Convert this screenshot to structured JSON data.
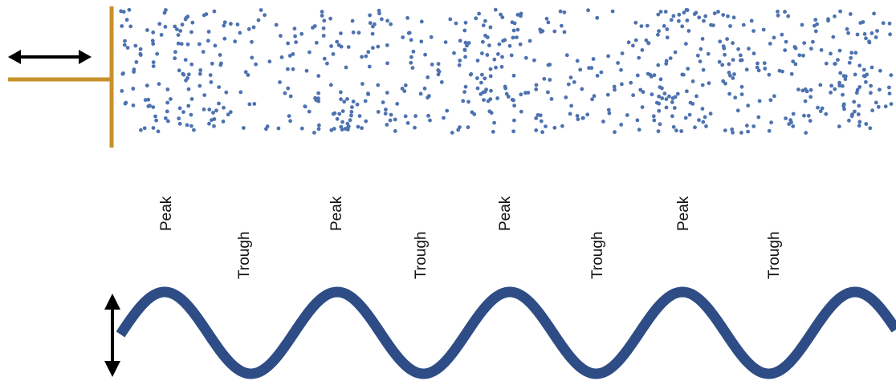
{
  "colors": {
    "piston": "#c7922a",
    "particles": "#4d72b0",
    "wave": "#2e4c85",
    "arrow": "#000000"
  },
  "labels": [
    {
      "text": "Peak",
      "kind": "peak"
    },
    {
      "text": "Trough",
      "kind": "trough"
    },
    {
      "text": "Peak",
      "kind": "peak"
    },
    {
      "text": "Trough",
      "kind": "trough"
    },
    {
      "text": "Peak",
      "kind": "peak"
    },
    {
      "text": "Trough",
      "kind": "trough"
    },
    {
      "text": "Peak",
      "kind": "peak"
    },
    {
      "text": "Trough",
      "kind": "trough"
    }
  ],
  "icons": {
    "horizontal_arrow": "double-headed-horizontal-arrow",
    "vertical_arrow": "double-headed-vertical-arrow"
  }
}
